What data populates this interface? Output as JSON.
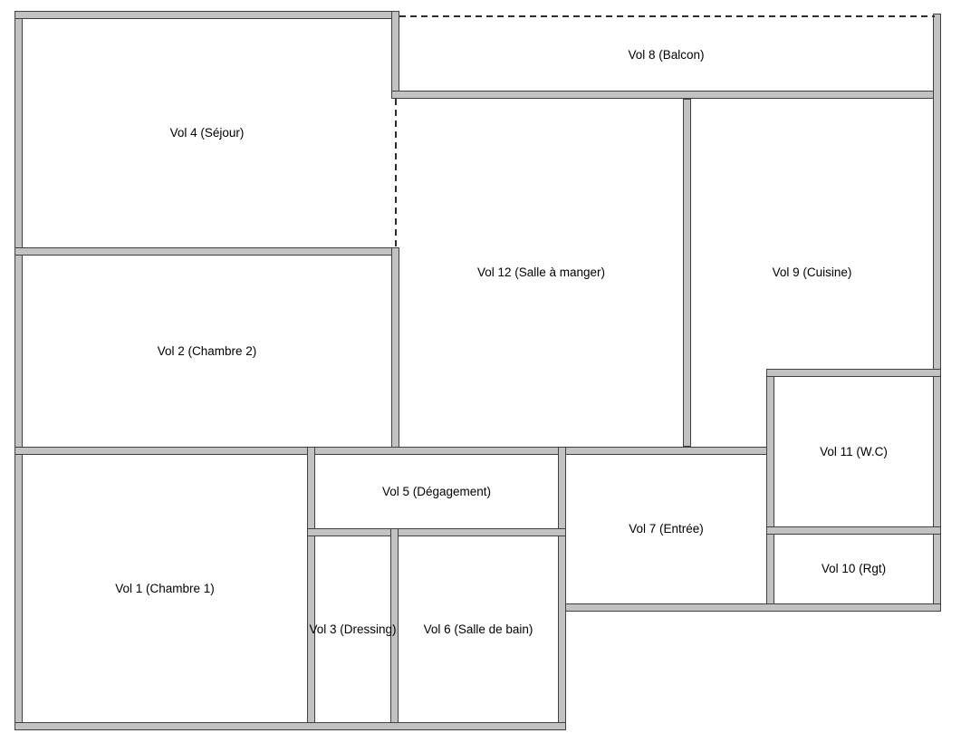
{
  "plan": {
    "title": "Floor plan with 12 volumes",
    "colors": {
      "wall_fill": "#c2c2c2",
      "wall_outline": "#404040",
      "room_fill": "#ffffff",
      "label_text": "#000000",
      "dashed_line": "#2e2e2e"
    },
    "rooms": [
      {
        "id": "vol-1",
        "label": "Vol 1 (Chambre 1)"
      },
      {
        "id": "vol-2",
        "label": "Vol 2 (Chambre 2)"
      },
      {
        "id": "vol-3",
        "label": "Vol 3 (Dressing)"
      },
      {
        "id": "vol-4",
        "label": "Vol 4 (Séjour)"
      },
      {
        "id": "vol-5",
        "label": "Vol 5 (Dégagement)"
      },
      {
        "id": "vol-6",
        "label": "Vol 6 (Salle de bain)"
      },
      {
        "id": "vol-7",
        "label": "Vol 7 (Entrée)"
      },
      {
        "id": "vol-8",
        "label": "Vol 8 (Balcon)"
      },
      {
        "id": "vol-9",
        "label": "Vol 9 (Cuisine)"
      },
      {
        "id": "vol-10",
        "label": "Vol 10 (Rgt)"
      },
      {
        "id": "vol-11",
        "label": "Vol 11 (W.C)"
      },
      {
        "id": "vol-12",
        "label": "Vol 12 (Salle à manger)"
      }
    ],
    "dashed_boundaries": [
      {
        "id": "balcony-open-edge",
        "description": "Dashed open edge along top of Vol 8 (Balcon)"
      },
      {
        "id": "sejour-dining-open-boundary",
        "description": "Dashed open boundary between Vol 4 (Séjour) and Vol 12 (Salle à manger)"
      }
    ]
  }
}
